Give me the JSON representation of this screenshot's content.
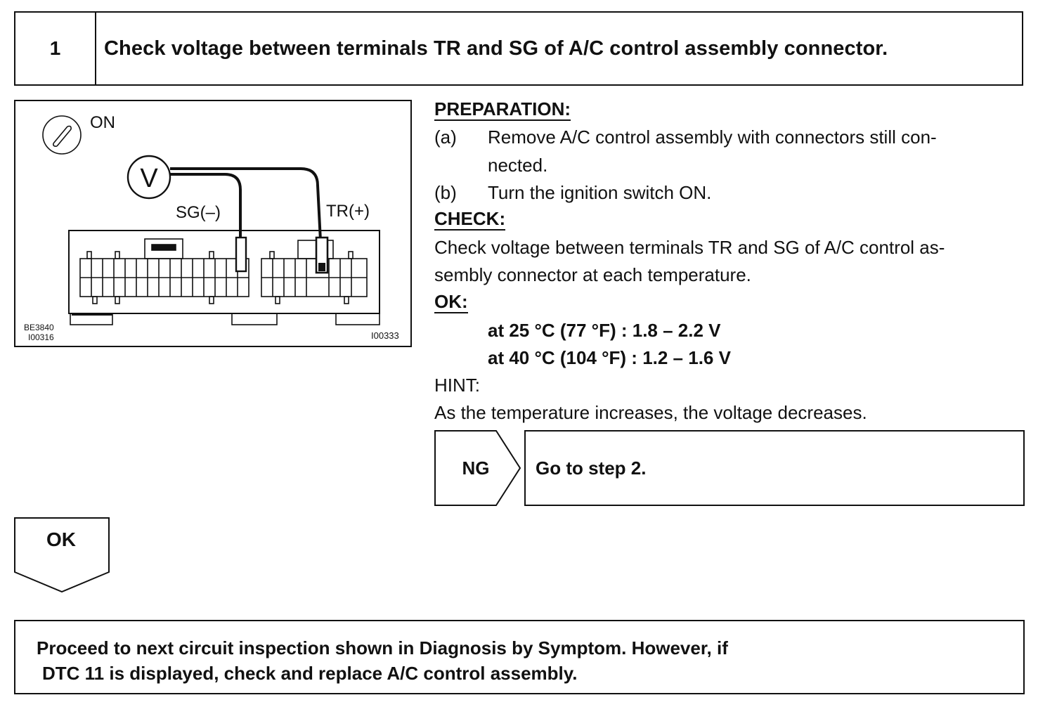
{
  "step": {
    "number": "1",
    "title": "Check voltage between terminals TR and SG of A/C control assembly connector."
  },
  "figure": {
    "ignition_label": "ON",
    "meter_symbol": "V",
    "sg_label": "SG(–)",
    "tr_label": "TR(+)",
    "code_left_1": "BE3840",
    "code_left_2": "I00316",
    "code_right": "I00333"
  },
  "preparation": {
    "heading": "PREPARATION:",
    "items": [
      {
        "marker": "(a)",
        "line1": "Remove A/C control assembly with connectors still con-",
        "line2": "nected."
      },
      {
        "marker": "(b)",
        "line1": "Turn the ignition switch ON."
      }
    ]
  },
  "check": {
    "heading": "CHECK:",
    "line1": "Check voltage between terminals TR and SG of A/C control as-",
    "line2": "sembly connector at each temperature."
  },
  "ok": {
    "heading": "OK:",
    "specs": [
      "at 25 °C (77 °F) : 1.8 – 2.2 V",
      "at 40 °C (104 °F) : 1.2 – 1.6 V"
    ]
  },
  "hint": {
    "heading": "HINT:",
    "text": "As the temperature increases, the voltage decreases."
  },
  "ng_result": {
    "label": "NG",
    "action": "Go to step 2."
  },
  "ok_result": {
    "label": "OK"
  },
  "final": {
    "line1": "Proceed to next circuit inspection shown in Diagnosis by Symptom. However, if",
    "line2": "DTC 11  is displayed, check and replace A/C control assembly."
  }
}
